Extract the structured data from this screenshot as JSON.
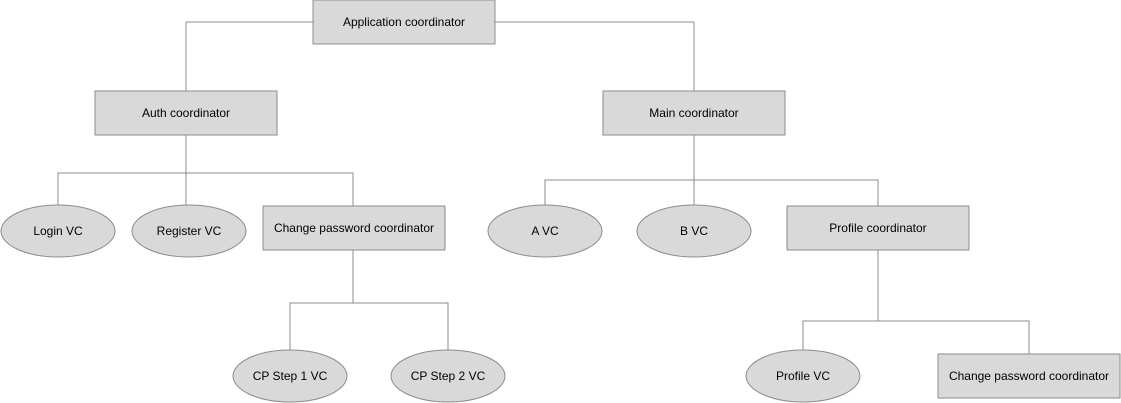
{
  "nodes": {
    "app": {
      "label": "Application coordinator",
      "shape": "rect"
    },
    "auth": {
      "label": "Auth coordinator",
      "shape": "rect"
    },
    "main": {
      "label": "Main coordinator",
      "shape": "rect"
    },
    "login": {
      "label": "Login VC",
      "shape": "ellipse"
    },
    "register": {
      "label": "Register VC",
      "shape": "ellipse"
    },
    "change_pw_auth": {
      "label": "Change password coordinator",
      "shape": "rect"
    },
    "a_vc": {
      "label": "A VC",
      "shape": "ellipse"
    },
    "b_vc": {
      "label": "B VC",
      "shape": "ellipse"
    },
    "profile_coord": {
      "label": "Profile coordinator",
      "shape": "rect"
    },
    "cp_step1": {
      "label": "CP Step 1 VC",
      "shape": "ellipse"
    },
    "cp_step2": {
      "label": "CP Step 2 VC",
      "shape": "ellipse"
    },
    "profile_vc": {
      "label": "Profile VC",
      "shape": "ellipse"
    },
    "change_pw_profile": {
      "label": "Change password coordinator",
      "shape": "rect"
    }
  },
  "edges": [
    {
      "from": "app",
      "to": "auth"
    },
    {
      "from": "app",
      "to": "main"
    },
    {
      "from": "auth",
      "to": "login"
    },
    {
      "from": "auth",
      "to": "register"
    },
    {
      "from": "auth",
      "to": "change_pw_auth"
    },
    {
      "from": "main",
      "to": "a_vc"
    },
    {
      "from": "main",
      "to": "b_vc"
    },
    {
      "from": "main",
      "to": "profile_coord"
    },
    {
      "from": "change_pw_auth",
      "to": "cp_step1"
    },
    {
      "from": "change_pw_auth",
      "to": "cp_step2"
    },
    {
      "from": "profile_coord",
      "to": "profile_vc"
    },
    {
      "from": "profile_coord",
      "to": "change_pw_profile"
    }
  ],
  "colors": {
    "fill": "#d9d9d9",
    "stroke": "#8c8c8c",
    "text": "#000000",
    "background": "#ffffff"
  }
}
